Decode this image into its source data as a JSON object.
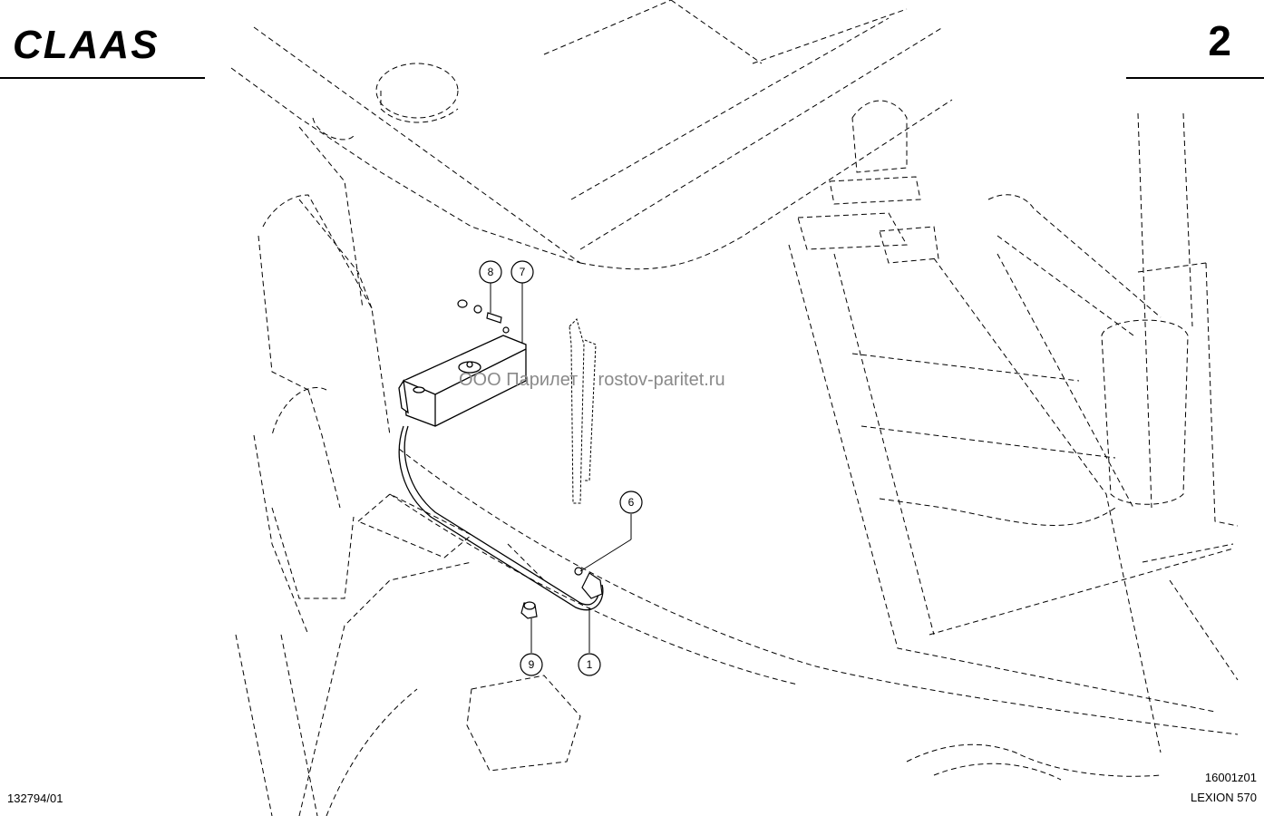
{
  "header": {
    "logo": "CLAAS",
    "page_number": "2"
  },
  "watermark": "ООО Парилет    rostov-paritet.ru",
  "footer": {
    "document_id": "132794/01",
    "drawing_ref": "16001z01",
    "model": "LEXION 570"
  },
  "callouts": [
    {
      "id": "callout-8",
      "label": "8"
    },
    {
      "id": "callout-7",
      "label": "7"
    },
    {
      "id": "callout-6",
      "label": "6"
    },
    {
      "id": "callout-9",
      "label": "9"
    },
    {
      "id": "callout-1",
      "label": "1"
    }
  ],
  "colors": {
    "line": "#000000",
    "watermark": "#8a8a8a",
    "background": "#ffffff"
  }
}
